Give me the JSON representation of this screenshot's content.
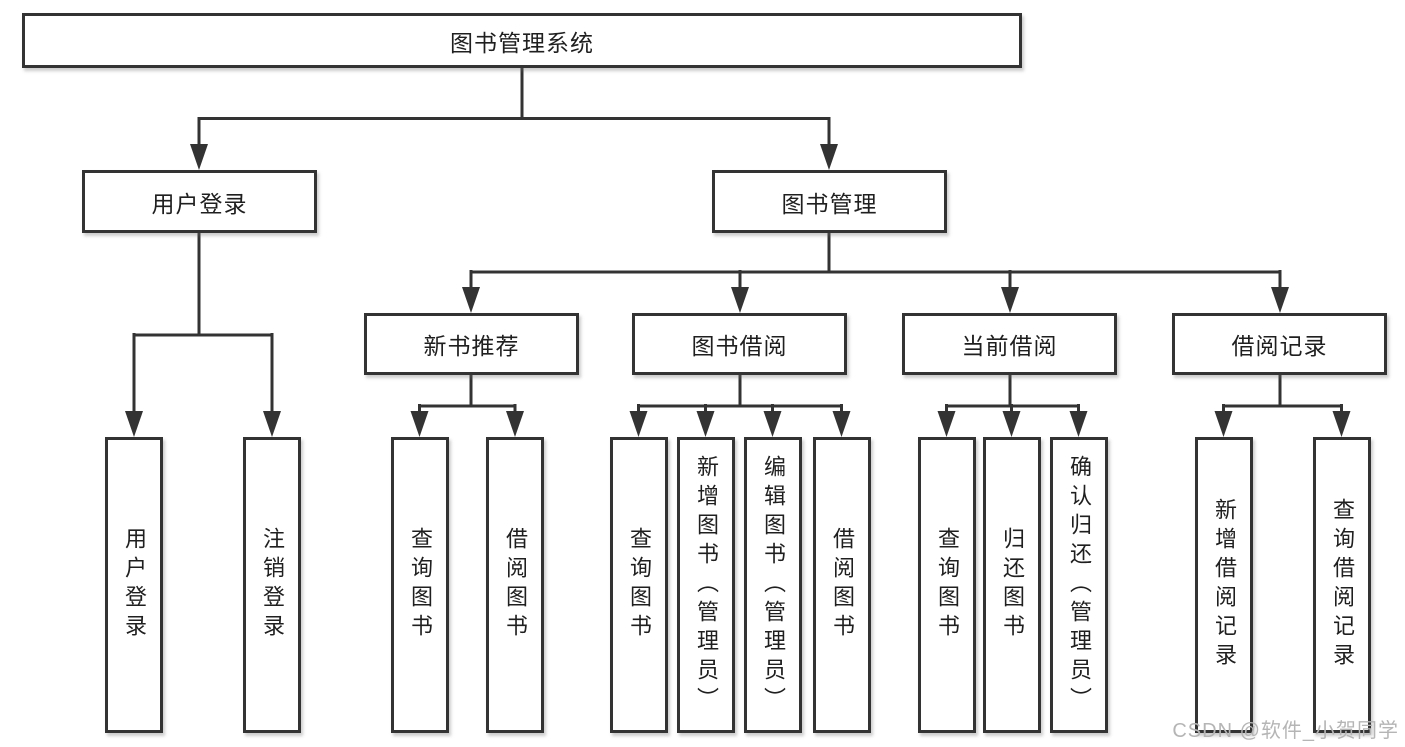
{
  "diagram": {
    "title": "图书管理系统",
    "root": {
      "label": "图书管理系统"
    },
    "level2": [
      {
        "label": "用户登录"
      },
      {
        "label": "图书管理"
      }
    ],
    "level3": [
      {
        "label": "新书推荐"
      },
      {
        "label": "图书借阅"
      },
      {
        "label": "当前借阅"
      },
      {
        "label": "借阅记录"
      }
    ],
    "leaves": {
      "user_login": [
        {
          "label": "用户登录"
        },
        {
          "label": "注销登录"
        }
      ],
      "new_book_recommendation": [
        {
          "label": "查询图书"
        },
        {
          "label": "借阅图书"
        }
      ],
      "book_borrowing": [
        {
          "label": "查询图书"
        },
        {
          "label": "新增图书（管理员）"
        },
        {
          "label": "编辑图书（管理员）"
        },
        {
          "label": "借阅图书"
        }
      ],
      "current_borrowing": [
        {
          "label": "查询图书"
        },
        {
          "label": "归还图书"
        },
        {
          "label": "确认归还（管理员）"
        }
      ],
      "borrowing_records": [
        {
          "label": "新增借阅记录"
        },
        {
          "label": "查询借阅记录"
        }
      ]
    },
    "colors": {
      "line": "#333333",
      "box_border": "#333333",
      "box_background": "#ffffff",
      "text": "#1f1f1f",
      "watermark": "#b5b5b5"
    }
  },
  "watermark": {
    "text": "CSDN @软件_小贺同学"
  }
}
